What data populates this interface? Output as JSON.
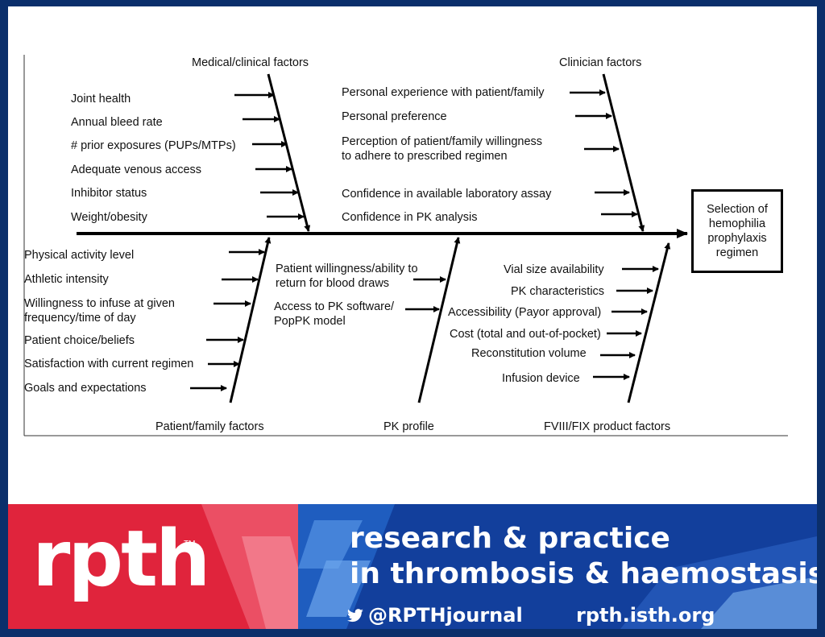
{
  "categories": {
    "medical": "Medical/clinical factors",
    "clinician": "Clinician factors",
    "patient": "Patient/family factors",
    "pk": "PK profile",
    "product": "FVIII/FIX product factors"
  },
  "outcome": "Selection of hemophilia prophylaxis regimen",
  "medical_items": [
    "Joint health",
    "Annual bleed rate",
    "# prior exposures (PUPs/MTPs)",
    "Adequate venous access",
    "Inhibitor status",
    "Weight/obesity"
  ],
  "clinician_items": [
    "Personal experience with patient/family",
    "Personal preference",
    "Perception of patient/family willingness to adhere to prescribed regimen",
    "Confidence in available laboratory assay",
    "Confidence in PK analysis"
  ],
  "patient_items": [
    "Physical activity level",
    "Athletic intensity",
    "Willingness to infuse at given frequency/time of day",
    "Patient choice/beliefs",
    "Satisfaction with current regimen",
    "Goals and expectations"
  ],
  "pk_items": [
    "Patient willingness/ability to return for blood draws",
    "Access to PK software/ PopPK model"
  ],
  "product_items": [
    "Vial size availability",
    "PK characteristics",
    "Accessibility (Payor approval)",
    "Cost (total and out-of-pocket)",
    "Reconstitution volume",
    "Infusion device"
  ],
  "banner": {
    "logo": "rpth",
    "tm": "TM",
    "line1": "research & practice",
    "line2": "in thrombosis & haemostasis",
    "twitter": "@RPTHjournal",
    "url": "rpth.isth.org",
    "colors": {
      "red": "#e0243c",
      "blue": "#123f9c",
      "navy": "#0b2f6b"
    }
  }
}
